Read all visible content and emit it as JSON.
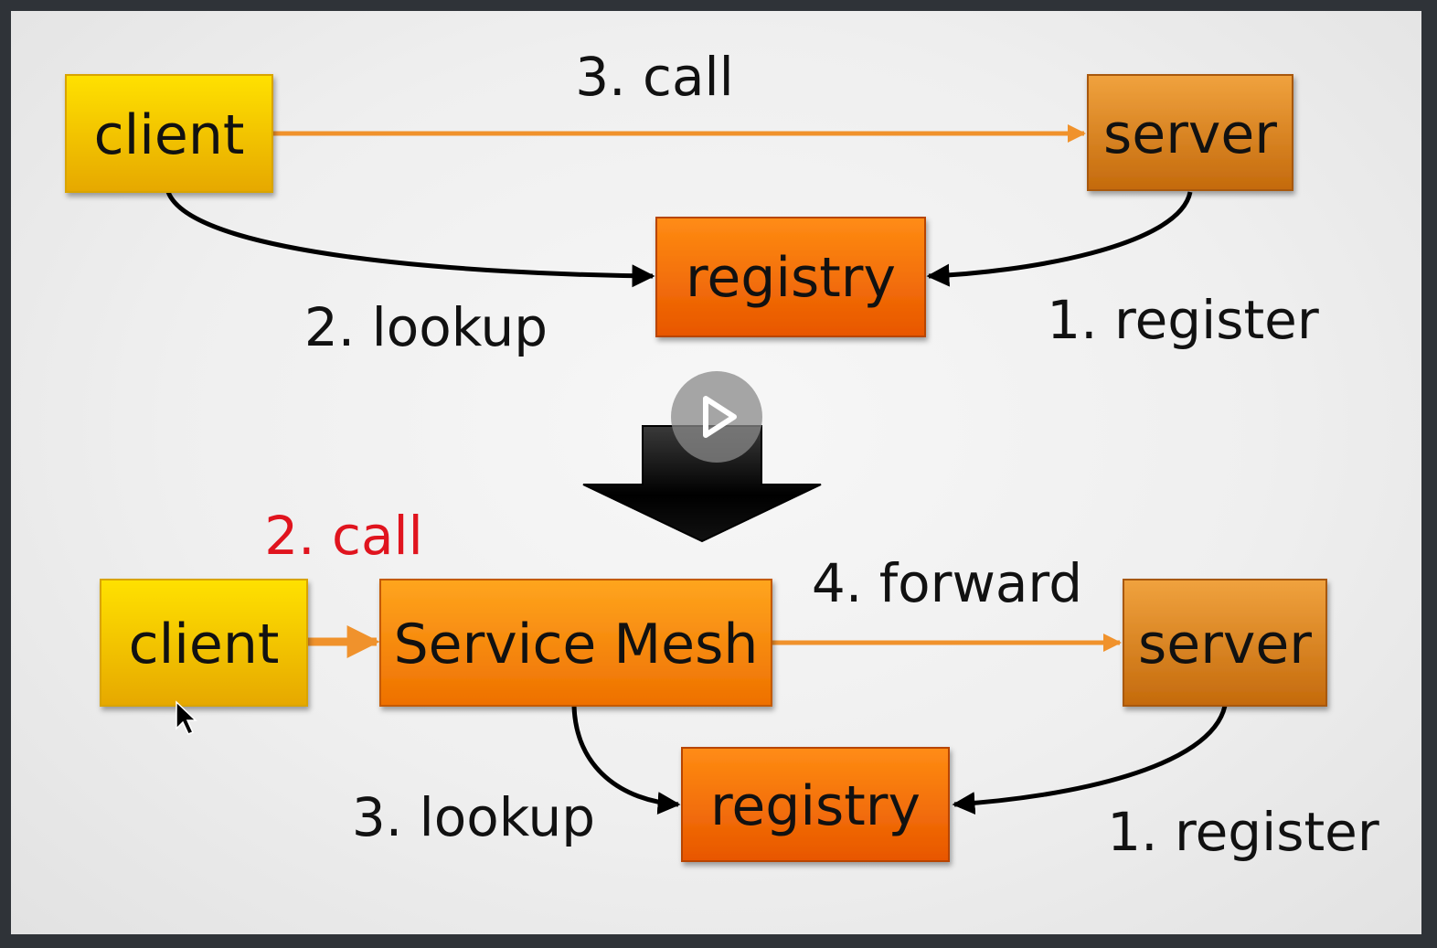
{
  "top": {
    "client": "client",
    "server": "server",
    "registry": "registry",
    "call_label": "3. call",
    "lookup_label": "2. lookup",
    "register_label": "1. register"
  },
  "bottom": {
    "client": "client",
    "mesh": "Service Mesh",
    "server": "server",
    "registry": "registry",
    "call_label": "2. call",
    "forward_label": "4. forward",
    "lookup_label": "3. lookup",
    "register_label": "1. register"
  },
  "colors": {
    "client": "#f2c200",
    "server": "#d6801a",
    "registry": "#f06a06",
    "mesh": "#f58a0a",
    "arrow_orange": "#f0922c",
    "call_red": "#e0141e"
  },
  "icons": {
    "play": "play-icon",
    "cursor": "cursor-icon",
    "transition": "down-arrow-icon"
  }
}
